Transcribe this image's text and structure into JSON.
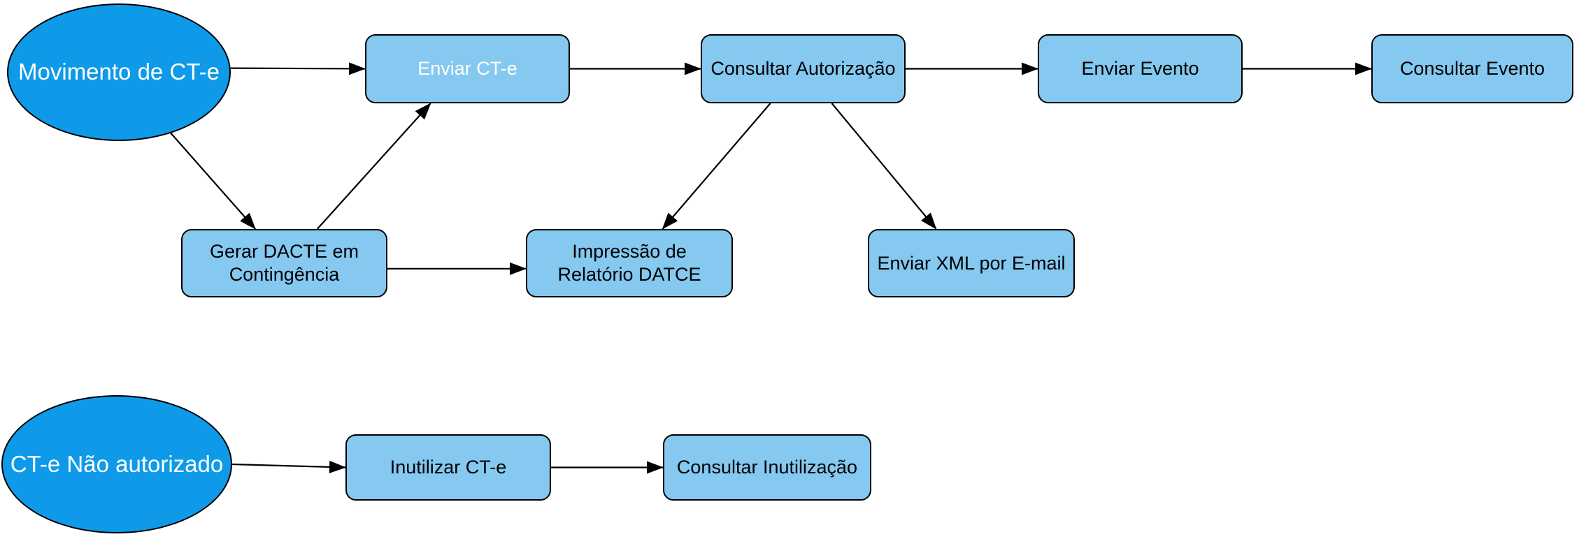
{
  "diagram": {
    "title": "CT-e process flowchart",
    "colors": {
      "background": "#ffffff",
      "ellipse_fill": "#0e9ae8",
      "box_fill": "#85c8f0",
      "stroke": "#000000",
      "ellipse_text": "#ffffff",
      "box_text": "#000000",
      "highlight_text": "#ffffff"
    },
    "nodes": [
      {
        "id": "movimento",
        "shape": "ellipse",
        "label": "Movimento de CT-e"
      },
      {
        "id": "enviar-cte",
        "shape": "box",
        "label": "Enviar CT-e",
        "text_color": "white"
      },
      {
        "id": "consultar-autorizacao",
        "shape": "box",
        "label": "Consultar Autorização"
      },
      {
        "id": "enviar-evento",
        "shape": "box",
        "label": "Enviar Evento"
      },
      {
        "id": "consultar-evento",
        "shape": "box",
        "label": "Consultar Evento"
      },
      {
        "id": "gerar-dacte",
        "shape": "box",
        "label": "Gerar DACTE em Contingência"
      },
      {
        "id": "impressao-datce",
        "shape": "box",
        "label": "Impressão de Relatório DATCE"
      },
      {
        "id": "enviar-xml",
        "shape": "box",
        "label": "Enviar XML por E-mail"
      },
      {
        "id": "nao-autorizado",
        "shape": "ellipse",
        "label": "CT-e Não autorizado"
      },
      {
        "id": "inutilizar-cte",
        "shape": "box",
        "label": "Inutilizar CT-e"
      },
      {
        "id": "consultar-inutilizacao",
        "shape": "box",
        "label": "Consultar Inutilização"
      }
    ],
    "edges": [
      {
        "from": "movimento",
        "to": "enviar-cte",
        "fa": [
          1,
          0.47
        ],
        "ta": [
          0,
          0.5
        ]
      },
      {
        "from": "movimento",
        "to": "gerar-dacte",
        "fa": [
          0.72,
          0.92
        ],
        "ta": [
          0.36,
          0
        ]
      },
      {
        "from": "gerar-dacte",
        "to": "enviar-cte",
        "fa": [
          0.66,
          0
        ],
        "ta": [
          0.32,
          1
        ]
      },
      {
        "from": "enviar-cte",
        "to": "consultar-autorizacao",
        "fa": [
          1,
          0.5
        ],
        "ta": [
          0,
          0.5
        ]
      },
      {
        "from": "consultar-autorizacao",
        "to": "enviar-evento",
        "fa": [
          1,
          0.5
        ],
        "ta": [
          0,
          0.5
        ]
      },
      {
        "from": "enviar-evento",
        "to": "consultar-evento",
        "fa": [
          1,
          0.5
        ],
        "ta": [
          0,
          0.5
        ]
      },
      {
        "from": "consultar-autorizacao",
        "to": "impressao-datce",
        "fa": [
          0.34,
          1
        ],
        "ta": [
          0.66,
          0
        ]
      },
      {
        "from": "consultar-autorizacao",
        "to": "enviar-xml",
        "fa": [
          0.64,
          1
        ],
        "ta": [
          0.33,
          0
        ]
      },
      {
        "from": "gerar-dacte",
        "to": "impressao-datce",
        "fa": [
          1,
          0.58
        ],
        "ta": [
          0,
          0.58
        ]
      },
      {
        "from": "nao-autorizado",
        "to": "inutilizar-cte",
        "fa": [
          1,
          0.5
        ],
        "ta": [
          0,
          0.5
        ]
      },
      {
        "from": "inutilizar-cte",
        "to": "consultar-inutilizacao",
        "fa": [
          1,
          0.5
        ],
        "ta": [
          0,
          0.5
        ]
      }
    ]
  }
}
